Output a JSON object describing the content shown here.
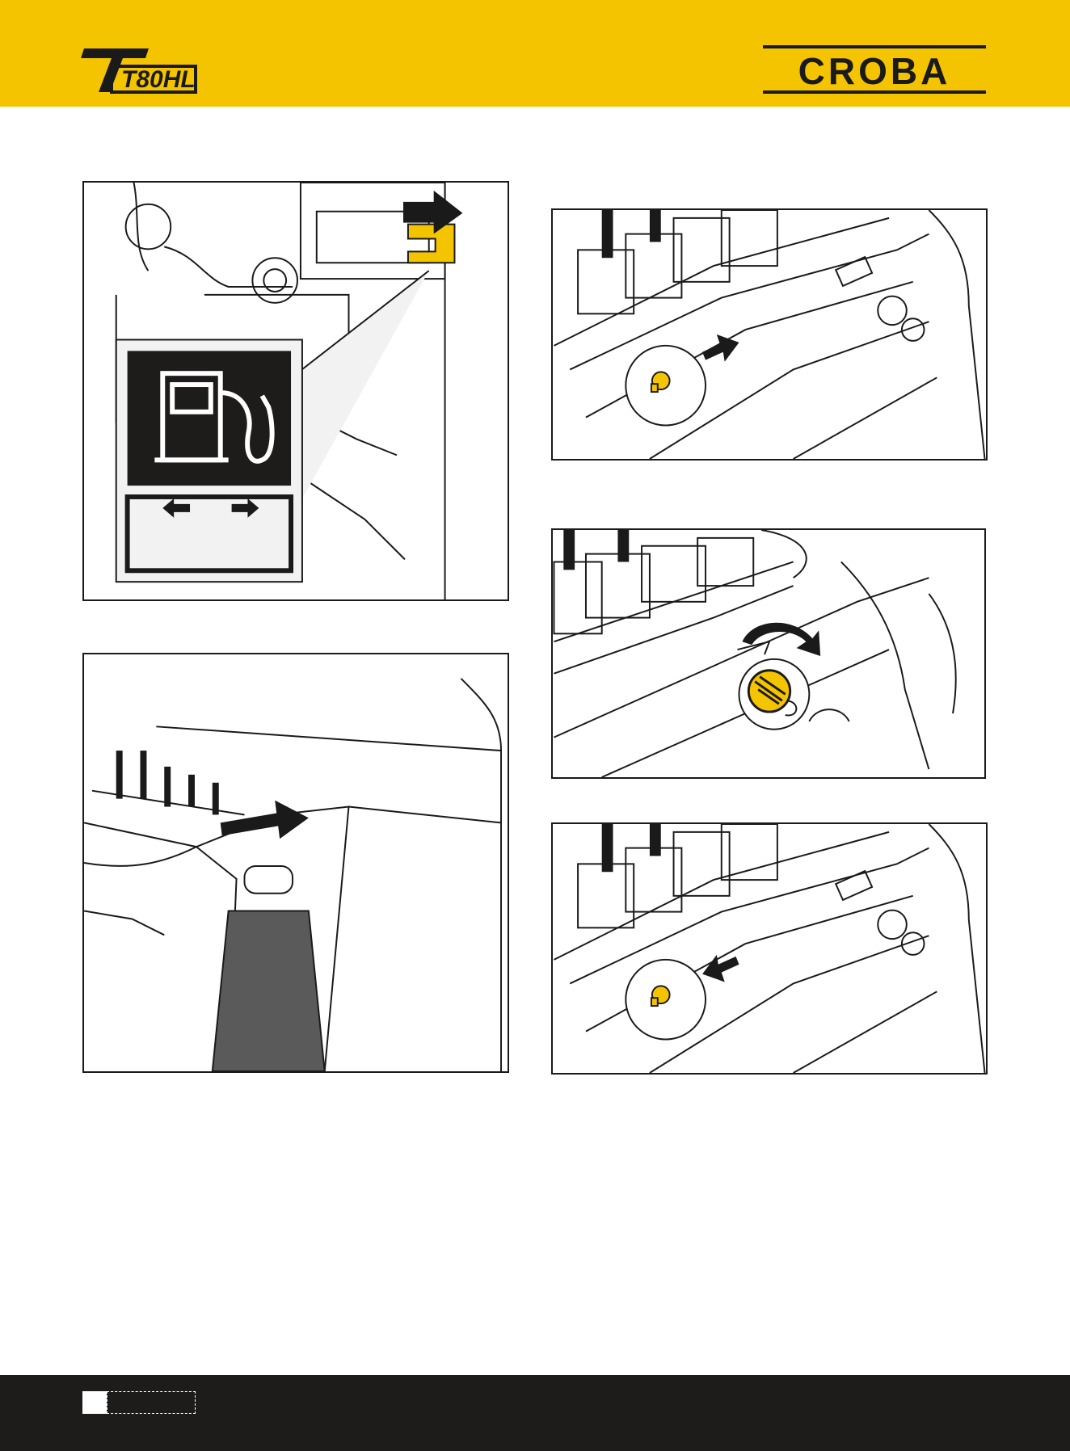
{
  "header": {
    "model_logo_text": "T80HL",
    "brand_logo_text": "CROBA",
    "background_color": "#f5c400"
  },
  "figures": [
    {
      "id": "fuel-valve",
      "description_icons": [
        "fuel-pump-icon",
        "arrow-left-icon",
        "arrow-right-icon"
      ],
      "highlight_color": "#f5c400"
    },
    {
      "id": "cover-open",
      "description_icons": [
        "arrow-right-icon"
      ]
    },
    {
      "id": "lock-slide-right",
      "description_icons": [
        "arrow-right-icon",
        "lock-icon"
      ]
    },
    {
      "id": "cap-rotate",
      "description_icons": [
        "rotate-arrow-icon",
        "fuel-cap-icon"
      ]
    },
    {
      "id": "lock-slide-left",
      "description_icons": [
        "arrow-left-icon",
        "lock-icon"
      ]
    }
  ],
  "footer": {
    "background_color": "#1e1c1b",
    "page_number": ""
  }
}
